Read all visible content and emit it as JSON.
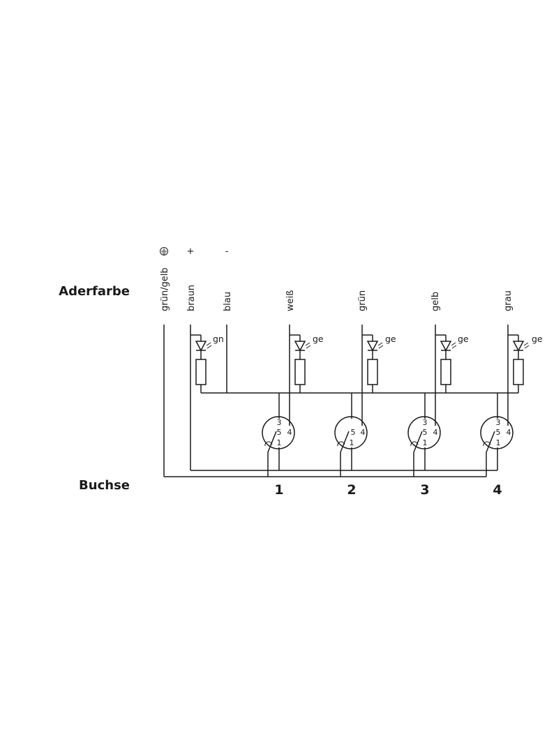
{
  "labels": {
    "aderfarbe": "Aderfarbe",
    "buchse": "Buchse"
  },
  "supply": {
    "ground_icon": "ground-earth-icon",
    "plus": "+",
    "minus": "-"
  },
  "wires": [
    "grün/gelb",
    "braun",
    "blau",
    "weiß",
    "grün",
    "gelb",
    "grau"
  ],
  "leds": [
    "gn",
    "ge",
    "ge",
    "ge",
    "ge"
  ],
  "connector_pins": {
    "p3": "3",
    "p5": "5",
    "p4": "4",
    "p1": "1"
  },
  "sockets": [
    "1",
    "2",
    "3",
    "4"
  ]
}
